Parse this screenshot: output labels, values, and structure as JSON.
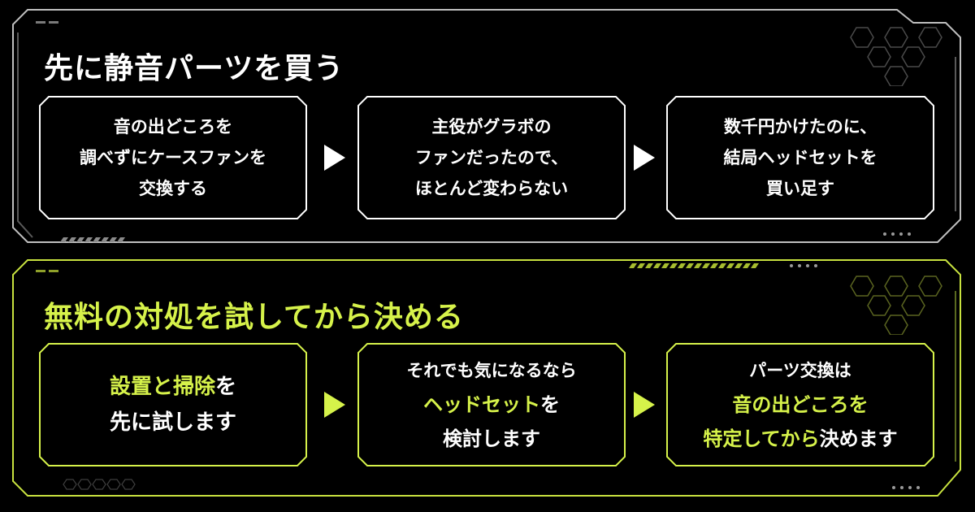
{
  "top": {
    "title": "先に静音パーツを買う",
    "steps": [
      {
        "lines": [
          "音の出どころを",
          "調べずにケースファンを",
          "交換する"
        ]
      },
      {
        "lines": [
          "主役がグラボの",
          "ファンだったので、",
          "ほとんど変わらない"
        ]
      },
      {
        "lines": [
          "数千円かけたのに、",
          "結局ヘッドセットを",
          "買い足す"
        ]
      }
    ]
  },
  "bottom": {
    "title": "無料の対処を試してから決める",
    "step1": {
      "l1_hl": "設置と掃除",
      "l1_rest": "を",
      "l2": "先に試します"
    },
    "step2": {
      "l1": "それでも気になるなら",
      "l2_hl": "ヘッドセット",
      "l2_rest": "を",
      "l3": "検討します"
    },
    "step3": {
      "l1": "パーツ交換は",
      "l2_hl": "音の出どころを",
      "l3_hl": "特定してから",
      "l3_rest": "決めます"
    }
  },
  "colors": {
    "accent": "#d6f24a",
    "text": "#ffffff",
    "background": "#000000"
  },
  "icons": [
    "arrow-right-icon",
    "hexagon-pattern-icon"
  ]
}
